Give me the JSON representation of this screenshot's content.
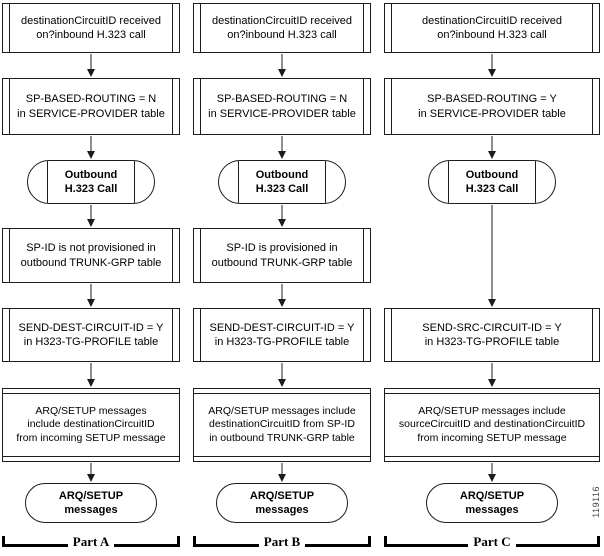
{
  "figure_number": "119116",
  "parts": [
    {
      "label": "Part A",
      "nodes": {
        "received": "destinationCircuitID received\non?inbound H.323 call",
        "routing": "SP-BASED-ROUTING = N\nin SERVICE-PROVIDER table",
        "outbound_call": "Outbound\nH.323 Call",
        "sp_id": "SP-ID is not provisioned in\noutbound TRUNK-GRP table",
        "send_flag": "SEND-DEST-CIRCUIT-ID = Y\nin H323-TG-PROFILE table",
        "arq_contents": "ARQ/SETUP messages\ninclude destinationCircuitID\nfrom incoming SETUP message",
        "arq_result": "ARQ/SETUP\nmessages"
      }
    },
    {
      "label": "Part B",
      "nodes": {
        "received": "destinationCircuitID received\non?inbound H.323 call",
        "routing": "SP-BASED-ROUTING = N\nin SERVICE-PROVIDER table",
        "outbound_call": "Outbound\nH.323 Call",
        "sp_id": "SP-ID is provisioned in\noutbound TRUNK-GRP table",
        "send_flag": "SEND-DEST-CIRCUIT-ID = Y\nin H323-TG-PROFILE table",
        "arq_contents": "ARQ/SETUP messages include\ndestinationCircuitID from SP-ID\nin outbound TRUNK-GRP table",
        "arq_result": "ARQ/SETUP\nmessages"
      }
    },
    {
      "label": "Part C",
      "nodes": {
        "received": "destinationCircuitID received\non?inbound H.323 call",
        "routing": "SP-BASED-ROUTING = Y\nin SERVICE-PROVIDER table",
        "outbound_call": "Outbound\nH.323 Call",
        "send_flag": "SEND-SRC-CIRCUIT-ID = Y\nin H323-TG-PROFILE table",
        "arq_contents": "ARQ/SETUP messages include\nsourceCircuitID and destinationCircuitID\nfrom incoming SETUP message",
        "arq_result": "ARQ/SETUP\nmessages"
      }
    }
  ]
}
